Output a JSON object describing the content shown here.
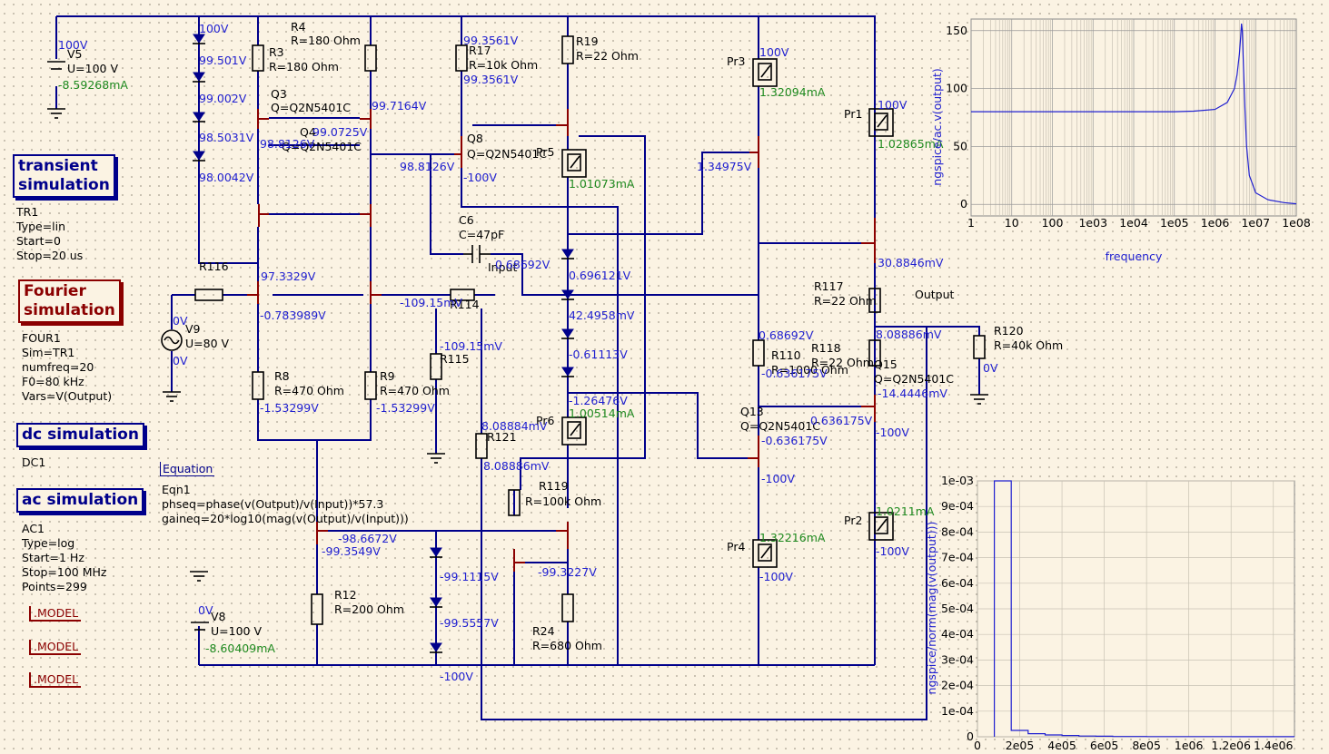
{
  "simulations": {
    "transient": {
      "title_l1": "transient",
      "title_l2": "simulation",
      "params": [
        "TR1",
        "Type=lin",
        "Start=0",
        "Stop=20 us"
      ]
    },
    "fourier": {
      "title_l1": "Fourier",
      "title_l2": "simulation",
      "params": [
        "FOUR1",
        "Sim=TR1",
        "numfreq=20",
        "F0=80 kHz",
        "Vars=V(Output)"
      ]
    },
    "dc": {
      "title": "dc simulation",
      "params": [
        "DC1"
      ]
    },
    "ac": {
      "title": "ac simulation",
      "params": [
        "AC1",
        "Type=log",
        "Start=1 Hz",
        "Stop=100 MHz",
        "Points=299"
      ]
    }
  },
  "models": [
    ".MODEL",
    ".MODEL",
    ".MODEL"
  ],
  "equation": {
    "label": "Equation",
    "lines": [
      "Eqn1",
      "phseq=phase(v(Output)/v(Input))*57.3",
      "gaineq=20*log10(mag(v(Output)/v(Input)))"
    ]
  },
  "sources": {
    "V5": {
      "name": "V5",
      "value": "U=100 V",
      "voltage": "100V",
      "current": "-8.59268mA"
    },
    "V8": {
      "name": "V8",
      "value": "U=100 V",
      "voltage": "0V",
      "current": "-8.60409mA"
    },
    "V9": {
      "name": "V9",
      "value": "U=80 V",
      "v_top": "0V",
      "v_bot": "0V"
    }
  },
  "components": [
    {
      "name": "R4",
      "value": "R=180 Ohm"
    },
    {
      "name": "R3",
      "value": "R=180 Ohm"
    },
    {
      "name": "R17",
      "value": "R=10k Ohm"
    },
    {
      "name": "R19",
      "value": "R=22 Ohm"
    },
    {
      "name": "C6",
      "value": "C=47pF"
    },
    {
      "name": "R116",
      "value": ""
    },
    {
      "name": "R114",
      "value": ""
    },
    {
      "name": "R115",
      "value": ""
    },
    {
      "name": "R8",
      "value": "R=470 Ohm"
    },
    {
      "name": "R9",
      "value": "R=470 Ohm"
    },
    {
      "name": "R121",
      "value": ""
    },
    {
      "name": "R119",
      "value": "R=100k Ohm"
    },
    {
      "name": "R12",
      "value": "R=200 Ohm"
    },
    {
      "name": "R24",
      "value": "R=680 Ohm"
    },
    {
      "name": "R117",
      "value": "R=22 Ohm"
    },
    {
      "name": "R118",
      "value": "R=22 Ohm"
    },
    {
      "name": "R110",
      "value": "R=1000 Ohm"
    },
    {
      "name": "R120",
      "value": "R=40k Ohm"
    },
    {
      "name": "Q3",
      "value": "Q=Q2N5401C"
    },
    {
      "name": "Q4",
      "value": "Q=Q2N5401C"
    },
    {
      "name": "Q8",
      "value": "Q=Q2N5401C"
    },
    {
      "name": "Q13",
      "value": "Q=Q2N5401C"
    },
    {
      "name": "Q15",
      "value": "Q=Q2N5401C"
    }
  ],
  "labels": {
    "input": "Input",
    "output": "Output"
  },
  "probes": [
    {
      "name": "Pr3",
      "voltage": "100V",
      "current": "1.32094mA"
    },
    {
      "name": "Pr1",
      "voltage": "100V",
      "current": "1.02865mA"
    },
    {
      "name": "Pr5",
      "voltage": "",
      "current": "1.01073mA"
    },
    {
      "name": "Pr6",
      "voltage": "",
      "current": "1.00514mA"
    },
    {
      "name": "Pr4",
      "voltage": "-100V",
      "current": "1.32216mA"
    },
    {
      "name": "Pr2",
      "voltage": "-100V",
      "current": "1.0211mA"
    }
  ],
  "node_voltages": [
    "100V",
    "99.501V",
    "99.002V",
    "98.5031V",
    "98.0042V",
    "99.7164V",
    "99.0725V",
    "98.8126V",
    "99.3561V",
    "99.3561V",
    "98.8126V",
    "-100V",
    "97.3329V",
    "-0.783989V",
    "-1.53299V",
    "-1.53299V",
    "-109.15mV",
    "-109.15mV",
    "8.08884mV",
    "8.08886mV",
    "-98.6672V",
    "-99.3549V",
    "-99.1115V",
    "-99.5557V",
    "-99.3227V",
    "-1.26476V",
    "0.68692V",
    "0.696121V",
    "42.4958mV",
    "-0.61113V",
    "1.34975V",
    "0.68692V",
    "30.8846mV",
    "8.08886mV",
    "-14.4446mV",
    "0.636175V",
    "-0.636175V",
    "-0.636175V",
    "0V",
    "-100V",
    "-100V",
    "-100V"
  ],
  "chart_data": [
    {
      "type": "line",
      "title": "",
      "xlabel": "frequency",
      "ylabel": "ngspice/ac.v(output)",
      "x_scale": "log",
      "xlim": [
        1,
        100000000
      ],
      "ylim": [
        -10,
        160
      ],
      "x_ticks": [
        "1",
        "10",
        "100",
        "1e03",
        "1e04",
        "1e05",
        "1e06",
        "1e07",
        "1e08"
      ],
      "y_ticks": [
        "0",
        "50",
        "100",
        "150"
      ],
      "grid": true,
      "color": "#1f1fd0",
      "series": [
        {
          "x": [
            1,
            10,
            100,
            1000,
            10000,
            100000,
            300000,
            1000000,
            2000000,
            3000000,
            3500000,
            4000000,
            4300000,
            4500000,
            4700000,
            5000000,
            5500000,
            6000000,
            7000000,
            10000000,
            20000000,
            50000000,
            100000000
          ],
          "values": [
            80,
            80,
            80,
            80,
            80,
            80,
            80.5,
            82,
            88,
            100,
            112,
            130,
            145,
            156,
            150,
            120,
            80,
            50,
            25,
            10,
            4,
            1.5,
            0.5
          ]
        }
      ]
    },
    {
      "type": "line",
      "title": "",
      "xlabel": "",
      "ylabel": "ngspice/norm(mag(v(output)))",
      "x_scale": "linear",
      "xlim": [
        0,
        1500000
      ],
      "ylim": [
        0,
        0.001
      ],
      "x_ticks": [
        "0",
        "2e05",
        "4e05",
        "6e05",
        "8e05",
        "1e06",
        "1.2e06",
        "1.4e06"
      ],
      "y_ticks": [
        "0",
        "1e-04",
        "2e-04",
        "3e-04",
        "4e-04",
        "5e-04",
        "6e-04",
        "7e-04",
        "8e-04",
        "9e-04",
        "1e-03"
      ],
      "grid": true,
      "color": "#1f1fd0",
      "series": [
        {
          "x": [
            80000,
            80000,
            160000,
            160000,
            240000,
            240000,
            320000,
            320000,
            400000,
            400000,
            480000,
            480000,
            560000,
            560000,
            640000,
            640000,
            800000,
            800000,
            1200000,
            1200000,
            1500000
          ],
          "values": [
            0,
            0.001,
            0.001,
            2.5e-05,
            2.5e-05,
            1.2e-05,
            1.2e-05,
            7e-06,
            7e-06,
            5e-06,
            5e-06,
            3e-06,
            3e-06,
            2e-06,
            2e-06,
            1e-06,
            1e-06,
            6e-07,
            6e-07,
            3e-07,
            3e-07
          ]
        }
      ]
    }
  ]
}
